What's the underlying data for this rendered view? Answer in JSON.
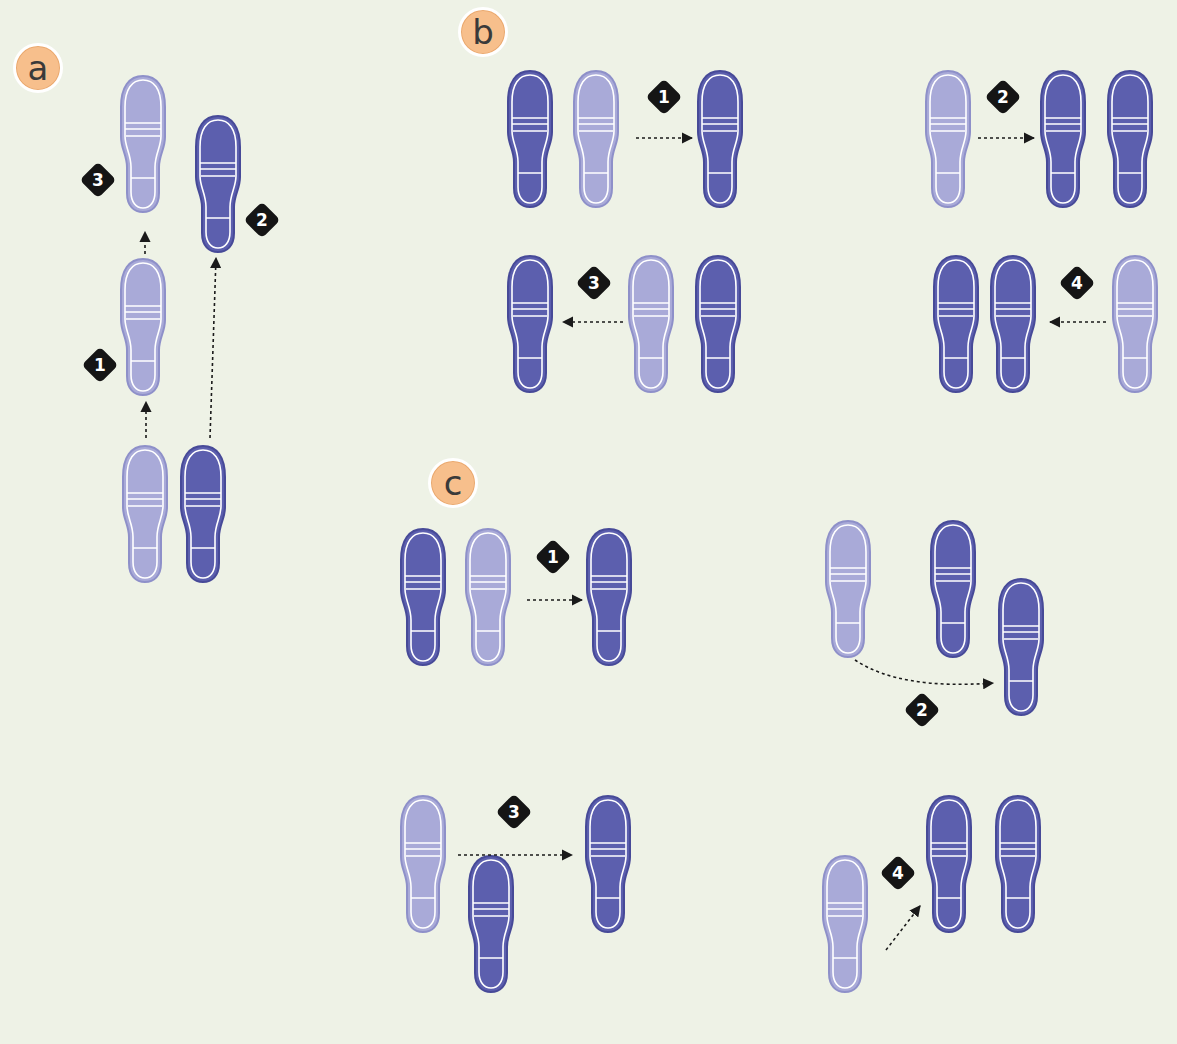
{
  "diagram": {
    "nodes": [
      {
        "text": [
          "a"
        ]
      },
      {
        "text": [
          "b"
        ]
      },
      {
        "text": [
          "c"
        ]
      }
    ],
    "labels": [
      "1",
      "2",
      "3",
      "1",
      "2",
      "3",
      "4",
      "1",
      "2",
      "3",
      "4"
    ]
  }
}
